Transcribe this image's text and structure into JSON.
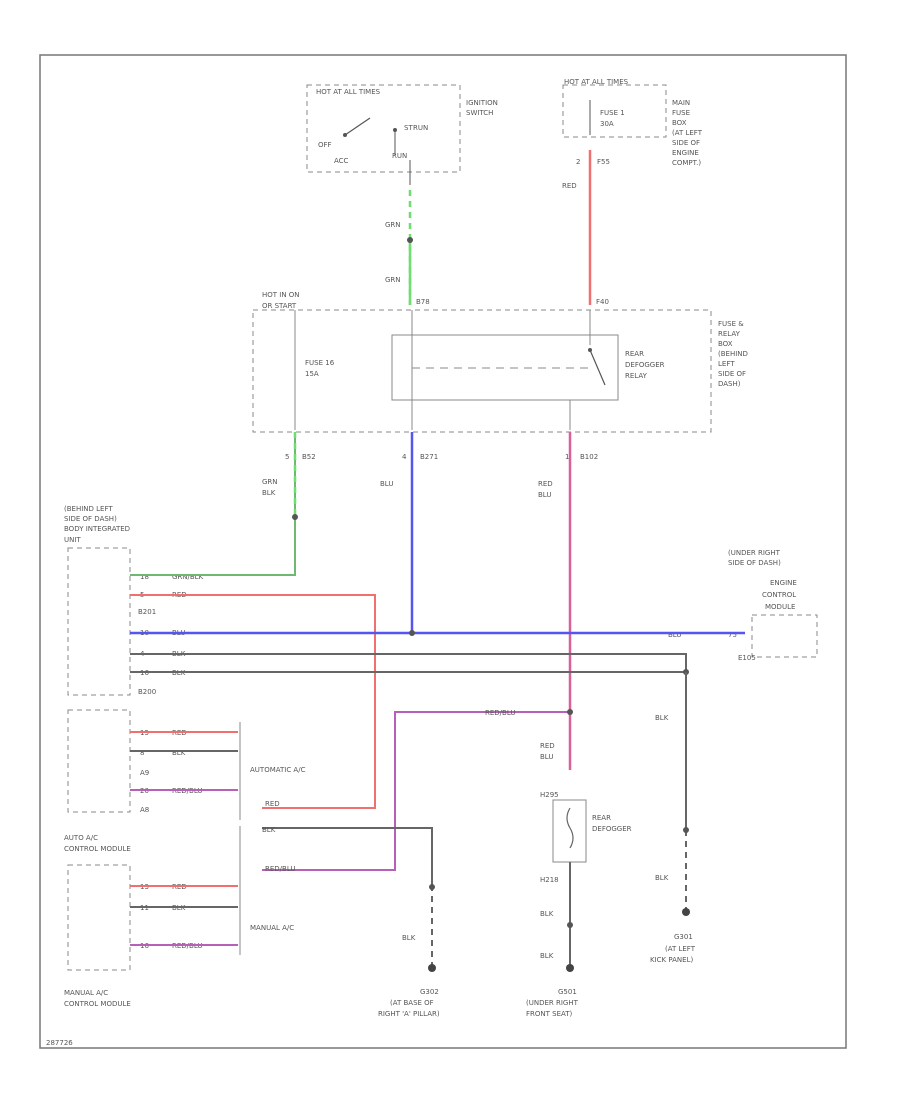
{
  "ignition": {
    "hot": "HOT AT ALL TIMES",
    "name": [
      "IGNITION",
      "SWITCH"
    ],
    "off": "OFF",
    "start": "ST",
    "run": "RUN",
    "acc": "ACC",
    "wire_color": "GRN"
  },
  "main_fuse": {
    "hot": "HOT AT ALL TIMES",
    "fuse": "FUSE 1",
    "amps": "30A",
    "name": [
      "MAIN",
      "FUSE",
      "BOX",
      "(AT LEFT",
      "SIDE OF",
      "ENGINE",
      "COMPT.)"
    ],
    "pin": "2",
    "conn": "F55",
    "wire_color": "RED"
  },
  "fuse_relay": {
    "hot": "HOT IN ON",
    "hot2": "OR START",
    "conn_left": "B78",
    "conn_right": "F40",
    "fuse": "FUSE 16",
    "amps": "15A",
    "relay": [
      "REAR",
      "DEFOGGER",
      "RELAY"
    ],
    "name": [
      "FUSE &",
      "RELAY",
      "BOX",
      "(BEHIND",
      "LEFT",
      "SIDE OF",
      "DASH)"
    ],
    "out1": {
      "pin": "5",
      "conn": "B52",
      "color1": "GRN",
      "color2": "BLK"
    },
    "out2": {
      "pin": "4",
      "conn": "B271",
      "color": "BLU"
    },
    "out3": {
      "pin": "1",
      "conn": "B102",
      "color1": "RED",
      "color2": "BLU"
    }
  },
  "bim": {
    "name": [
      "(BEHIND LEFT",
      "SIDE OF DASH)",
      "BODY INTEGRATED",
      "UNIT"
    ],
    "c1": "B201",
    "c2": "B200",
    "w1": {
      "pin": "18",
      "color": "GRN/BLK"
    },
    "w2": {
      "pin": "5",
      "color": "RED"
    },
    "w3": {
      "pin": "10",
      "color": "BLU"
    },
    "w4": {
      "pin": "4",
      "color": "BLK"
    },
    "w5": {
      "pin": "16",
      "color": "BLK"
    }
  },
  "ecm": {
    "name": [
      "(UNDER RIGHT",
      "SIDE OF DASH)",
      "ENGINE",
      "CONTROL",
      "MODULE"
    ],
    "pin": "75",
    "conn": "E105",
    "wire_color": "BLU"
  },
  "auto_ac": {
    "name": [
      "AUTO A/C",
      "CONTROL MODULE"
    ],
    "label": "AUTOMATIC A/C",
    "c1": "A9",
    "c2": "A8",
    "w1": {
      "pin": "15",
      "color": "RED"
    },
    "w2": {
      "pin": "8",
      "color": "BLK"
    },
    "w3": {
      "pin": "20",
      "color": "RED/BLU"
    }
  },
  "manual_ac": {
    "name": [
      "MANUAL A/C",
      "CONTROL MODULE"
    ],
    "label": "MANUAL A/C",
    "w1": {
      "pin": "13",
      "color": "RED"
    },
    "w2": {
      "pin": "11",
      "color": "BLK"
    },
    "w3": {
      "pin": "16",
      "color": "RED/BLU"
    }
  },
  "bus": {
    "red": "RED",
    "blk": "BLK",
    "redblu": "RED/BLU",
    "redblu_top": "RED/BLU"
  },
  "defogger": {
    "name": [
      "REAR",
      "DEFOGGER"
    ],
    "feed1": "RED",
    "feed2": "BLU",
    "top_conn": "H295",
    "bot_conn": "H218",
    "out_color": "BLK",
    "gnd_color": "BLK"
  },
  "grounds": {
    "g302": {
      "id": "G302",
      "desc": [
        "(AT BASE OF",
        "RIGHT 'A' PILLAR)"
      ],
      "color": "BLK"
    },
    "g501": {
      "id": "G501",
      "desc": [
        "(UNDER RIGHT",
        "FRONT SEAT)"
      ]
    },
    "g301": {
      "id": "G301",
      "desc": [
        "(AT LEFT",
        "KICK PANEL)"
      ],
      "color1": "BLK",
      "color2": "BLK"
    }
  },
  "footer": "287726",
  "colors": {
    "green": "#6fdd6f",
    "red": "#f07070",
    "blue": "#5555f0",
    "pink": "#d9609a",
    "purple": "#a868c8",
    "black": "#555555"
  }
}
